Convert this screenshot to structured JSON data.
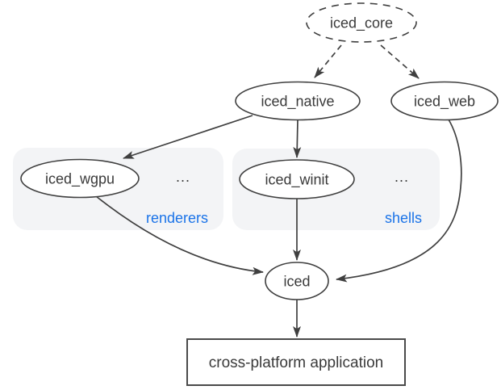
{
  "diagram": {
    "colors": {
      "background": "#ffffff",
      "node_fill": "#ffffff",
      "stroke": "#3f3f3f",
      "box_stroke": "#4a4a4a",
      "text": "#3a3a3a",
      "accent_blue": "#1a73e8",
      "group_fill": "#f3f4f6"
    },
    "nodes": {
      "iced_core": {
        "label": "iced_core",
        "shape": "ellipse-dashed"
      },
      "iced_native": {
        "label": "iced_native",
        "shape": "ellipse"
      },
      "iced_web": {
        "label": "iced_web",
        "shape": "ellipse"
      },
      "iced_wgpu": {
        "label": "iced_wgpu",
        "shape": "ellipse"
      },
      "iced_winit": {
        "label": "iced_winit",
        "shape": "ellipse"
      },
      "iced": {
        "label": "iced",
        "shape": "ellipse"
      },
      "app": {
        "label": "cross-platform application",
        "shape": "rectangle"
      }
    },
    "groups": {
      "renderers": {
        "label": "renderers",
        "ellipsis": "...",
        "members": [
          "iced_wgpu"
        ]
      },
      "shells": {
        "label": "shells",
        "ellipsis": "...",
        "members": [
          "iced_winit"
        ]
      }
    },
    "edges": [
      {
        "from": "iced_core",
        "to": "iced_native",
        "style": "dashed"
      },
      {
        "from": "iced_core",
        "to": "iced_web",
        "style": "dashed"
      },
      {
        "from": "iced_native",
        "to": "iced_wgpu",
        "style": "solid"
      },
      {
        "from": "iced_native",
        "to": "iced_winit",
        "style": "solid"
      },
      {
        "from": "iced_wgpu",
        "to": "iced",
        "style": "solid"
      },
      {
        "from": "iced_winit",
        "to": "iced",
        "style": "solid"
      },
      {
        "from": "iced_web",
        "to": "iced",
        "style": "solid"
      },
      {
        "from": "iced",
        "to": "app",
        "style": "solid"
      }
    ]
  }
}
